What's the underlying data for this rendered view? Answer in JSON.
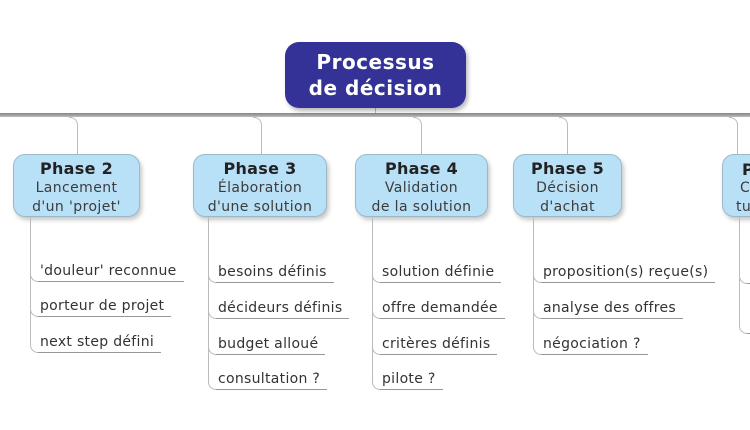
{
  "root": {
    "title_lines": [
      "Processus",
      "de décision"
    ]
  },
  "phases": [
    {
      "title": "Phase 2",
      "subtitle_lines": [
        "Lancement",
        "d'un 'projet'"
      ],
      "children": [
        "'douleur' reconnue",
        "porteur de projet",
        "next step défini"
      ]
    },
    {
      "title": "Phase 3",
      "subtitle_lines": [
        "Élaboration",
        "d'une solution"
      ],
      "children": [
        "besoins définis",
        "décideurs définis",
        "budget alloué",
        "consultation ?"
      ]
    },
    {
      "title": "Phase 4",
      "subtitle_lines": [
        "Validation",
        "de la solution"
      ],
      "children": [
        "solution définie",
        "offre demandée",
        "critères définis",
        "pilote ?"
      ]
    },
    {
      "title": "Phase 5",
      "subtitle_lines": [
        "Décision",
        "d'achat"
      ],
      "children": [
        "proposition(s) reçue(s)",
        "analyse des offres",
        "négociation ?"
      ]
    },
    {
      "title": "P",
      "subtitle_lines": [
        "C",
        "tu"
      ],
      "children": [],
      "clipped": true
    }
  ],
  "colors": {
    "root_fill": "#343197",
    "root_text": "#ffffff",
    "phase_fill": "#b8e0f7",
    "phase_border": "#9cb9c9",
    "phase_title": "#222222",
    "phase_subtitle": "#3c3c3c",
    "child_text": "#333333",
    "connector": "#bbbbbb",
    "underline": "#979797",
    "bar": "#a2a2a2",
    "background": "#ffffff"
  }
}
